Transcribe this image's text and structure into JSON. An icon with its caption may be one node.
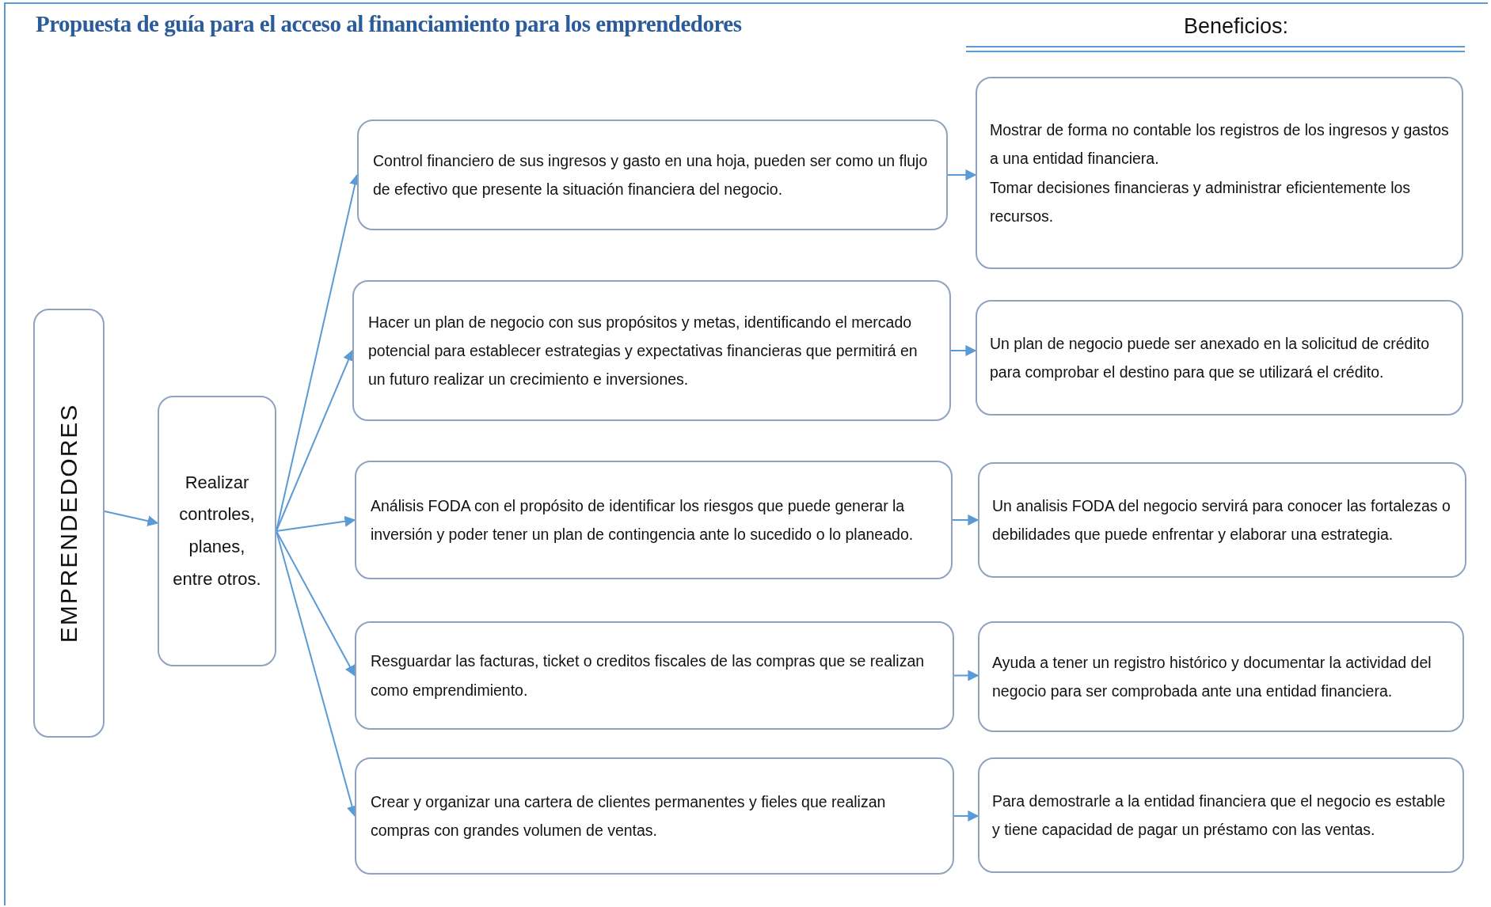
{
  "diagram": {
    "title": "Propuesta de guía para el acceso al financiamiento para los emprendedores",
    "nodes": [
      {
        "text": [
          "EMPRENDEDORES"
        ]
      },
      {
        "text": [
          "Realizar controles, planes, entre otros."
        ]
      },
      {
        "text": [
          "Control financiero de sus ingresos y gasto en una hoja, pueden ser como un flujo de efectivo que presente la situación financiera del negocio."
        ]
      },
      {
        "text": [
          "Hacer un plan de negocio con sus propósitos y metas, identificando el mercado potencial para establecer estrategias y expectativas financieras que permitirá en un futuro realizar un crecimiento e inversiones."
        ]
      },
      {
        "text": [
          "Análisis FODA con el propósito de identificar los riesgos que puede generar la inversión y poder tener un plan de contingencia ante lo sucedido o lo planeado."
        ]
      },
      {
        "text": [
          "Resguardar las facturas, ticket o creditos fiscales de las compras que se realizan como emprendimiento."
        ]
      },
      {
        "text": [
          "Crear y organizar una cartera de clientes permanentes y fieles que realizan compras con grandes volumen de ventas."
        ]
      },
      {
        "text": [
          "Mostrar de forma no contable los registros de los ingresos y gastos a una entidad financiera.",
          "Tomar decisiones financieras y administrar eficientemente los recursos."
        ]
      },
      {
        "text": [
          "Un plan de negocio puede ser anexado en la solicitud de crédito para comprobar el destino para que se utilizará el crédito."
        ]
      },
      {
        "text": [
          "Un analisis FODA del negocio servirá para conocer las fortalezas o debilidades que puede enfrentar y elaborar una estrategia."
        ]
      },
      {
        "text": [
          "Ayuda a tener un registro histórico y documentar la actividad del negocio para ser comprobada ante una entidad financiera."
        ]
      },
      {
        "text": [
          "Para demostrarle a la entidad financiera que el negocio es estable y tiene capacidad de pagar un préstamo con las ventas."
        ]
      }
    ],
    "edges": [
      {
        "from": 0,
        "to": 1,
        "arrow": "to"
      },
      {
        "from": 1,
        "to": 2,
        "arrow": "to"
      },
      {
        "from": 1,
        "to": 3,
        "arrow": "to"
      },
      {
        "from": 1,
        "to": 4,
        "arrow": "to"
      },
      {
        "from": 1,
        "to": 5,
        "arrow": "to"
      },
      {
        "from": 1,
        "to": 6,
        "arrow": "to"
      },
      {
        "from": 2,
        "to": 7,
        "arrow": "to"
      },
      {
        "from": 3,
        "to": 8,
        "arrow": "to"
      },
      {
        "from": 4,
        "to": 9,
        "arrow": "to"
      },
      {
        "from": 5,
        "to": 10,
        "arrow": "to"
      },
      {
        "from": 6,
        "to": 11,
        "arrow": "to"
      }
    ],
    "labels": [
      "Beneficios:"
    ]
  }
}
